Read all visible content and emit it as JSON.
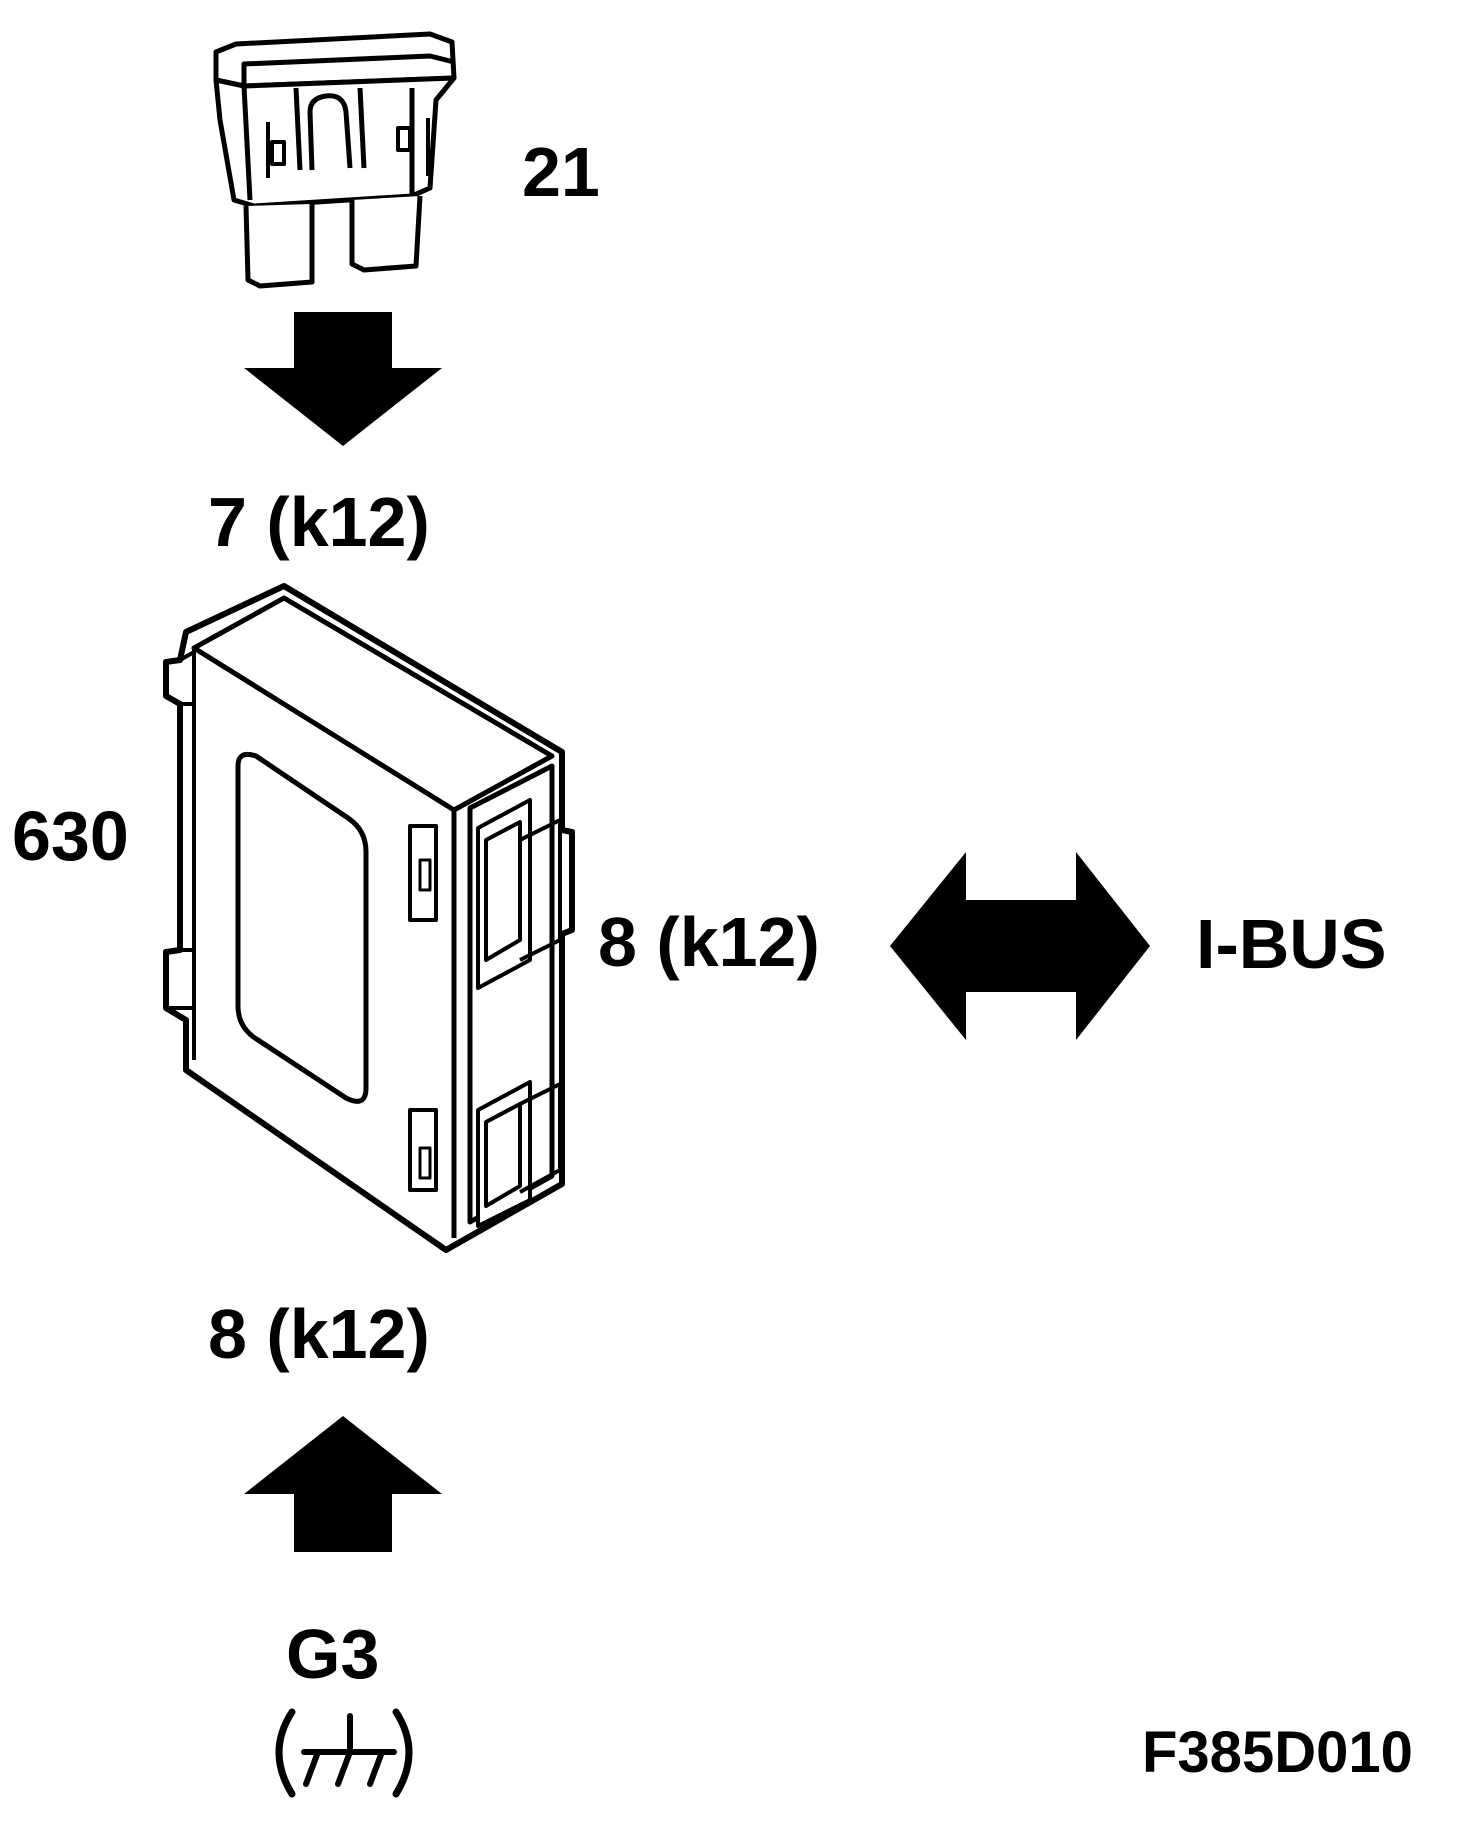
{
  "labels": {
    "fuse": "21",
    "fuse_terminal": "7 (k12)",
    "module": "630",
    "bus_terminal": "8 (k12)",
    "bus": "I-BUS",
    "ground_terminal": "8 (k12)",
    "ground": "G3",
    "figure_code": "F385D010"
  },
  "icons": {
    "fuse": "blade-fuse-icon",
    "module": "control-module-icon",
    "ground": "ground-symbol-icon",
    "arrow_down": "arrow-down-icon",
    "arrow_up": "arrow-up-icon",
    "arrow_bidirectional": "double-arrow-icon"
  },
  "colors": {
    "ink": "#000000",
    "paper": "#ffffff"
  }
}
